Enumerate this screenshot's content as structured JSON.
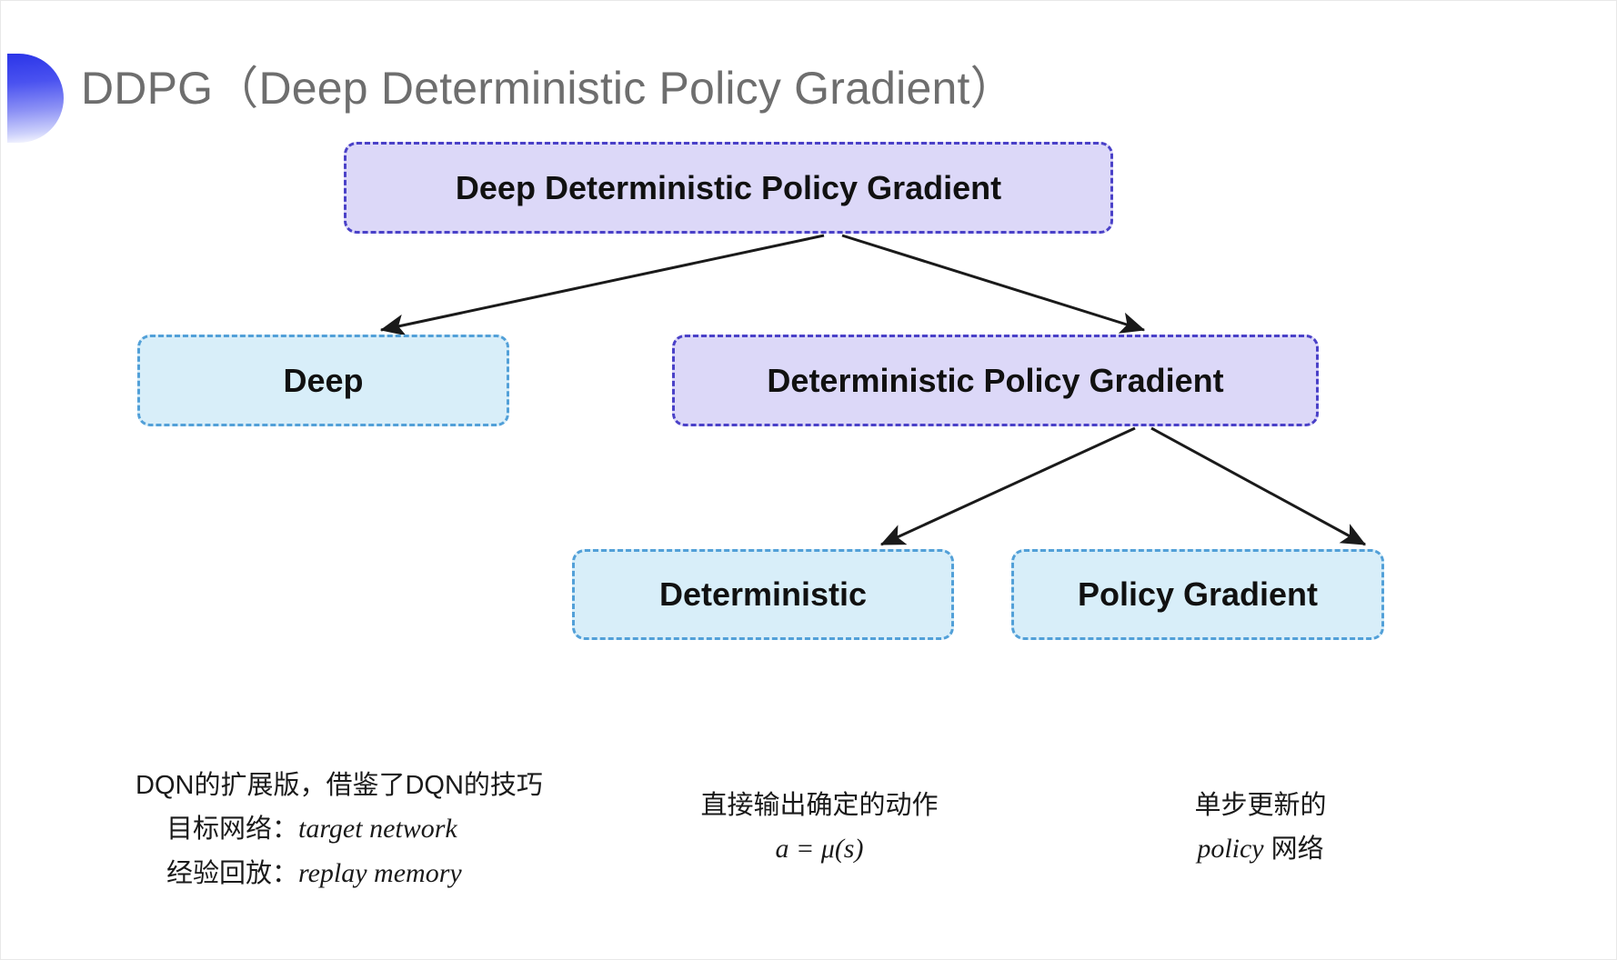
{
  "slide": {
    "title": "DDPG（Deep Deterministic Policy Gradient）",
    "title_color": "#6e6e6e",
    "background": "#ffffff",
    "accent_gradient_from": "#2b35e8",
    "accent_gradient_to": "#ffffff"
  },
  "palette": {
    "purple_fill": "#dcd8f8",
    "purple_border": "#4a41c8",
    "blue_fill": "#d8eef9",
    "blue_border": "#52a0d8",
    "arrow_color": "#1a1a1a",
    "text_color": "#111111"
  },
  "nodes": {
    "root": {
      "label": "Deep Deterministic Policy Gradient",
      "style": "purple"
    },
    "deep": {
      "label": "Deep",
      "style": "blue"
    },
    "dpg": {
      "label": "Deterministic Policy Gradient",
      "style": "purple"
    },
    "deterministic": {
      "label": "Deterministic",
      "style": "blue"
    },
    "policy_gradient": {
      "label": "Policy Gradient",
      "style": "blue"
    }
  },
  "annotations": {
    "deep": {
      "line1": "DQN的扩展版，借鉴了DQN的技巧",
      "line2_label": "目标网络：",
      "line2_term": "target network",
      "line3_label": "经验回放：",
      "line3_term": "replay memory"
    },
    "deterministic": {
      "line1": "直接输出确定的动作",
      "formula": "a = μ(s)"
    },
    "policy_gradient": {
      "line1": "单步更新的",
      "line2_term": "policy",
      "line2_suffix": " 网络"
    }
  },
  "edges": [
    {
      "from": "root",
      "to": "deep"
    },
    {
      "from": "root",
      "to": "dpg"
    },
    {
      "from": "dpg",
      "to": "deterministic"
    },
    {
      "from": "dpg",
      "to": "policy_gradient"
    }
  ]
}
